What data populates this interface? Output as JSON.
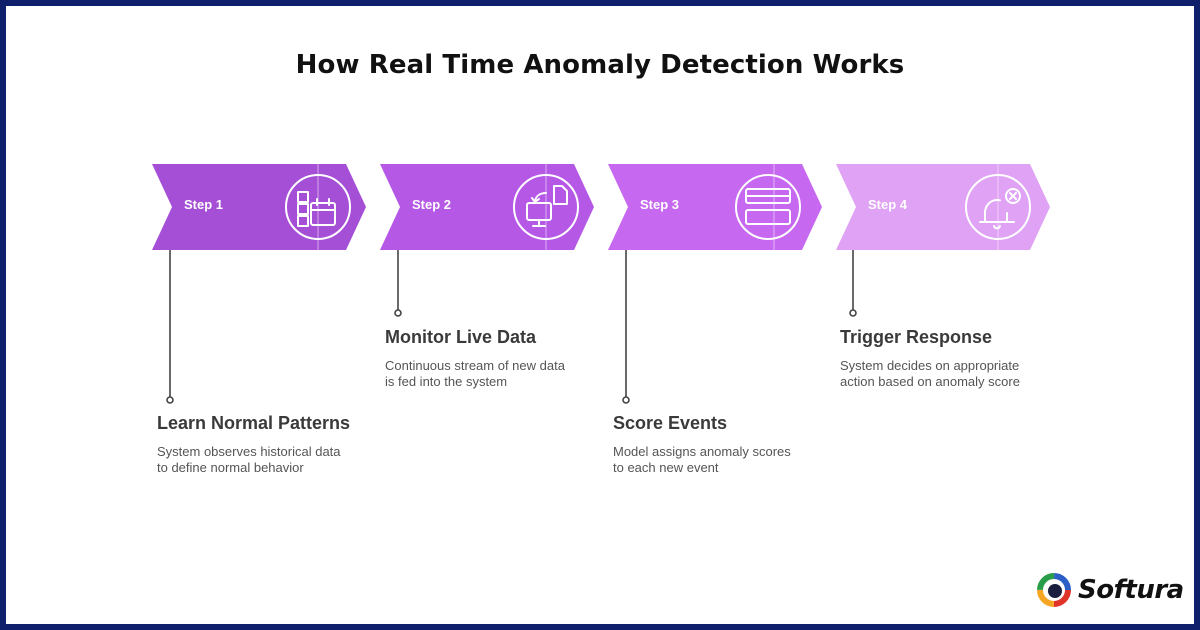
{
  "title": "How Real Time Anomaly Detection Works",
  "steps": [
    {
      "label": "Step 1",
      "heading": "Learn Normal Patterns",
      "description": "System observes historical data\nto define normal behavior",
      "color": "#a54fd6",
      "icon": "layout-calendar-icon"
    },
    {
      "label": "Step 2",
      "heading": "Monitor Live Data",
      "description": "Continuous stream of new data\nis fed into the system",
      "color": "#b658e6",
      "icon": "monitor-document-icon"
    },
    {
      "label": "Step 3",
      "heading": "Score Events",
      "description": "Model assigns anomaly scores\nto each new event",
      "color": "#c768f0",
      "icon": "stacked-cards-icon"
    },
    {
      "label": "Step 4",
      "heading": "Trigger Response",
      "description": "System decides on appropriate\naction based on anomaly score",
      "color": "#dfa2f5",
      "icon": "bell-cancel-icon"
    }
  ],
  "logo": {
    "name": "Softura"
  },
  "colors": {
    "border": "#0f1f6b",
    "connector": "#444444"
  }
}
